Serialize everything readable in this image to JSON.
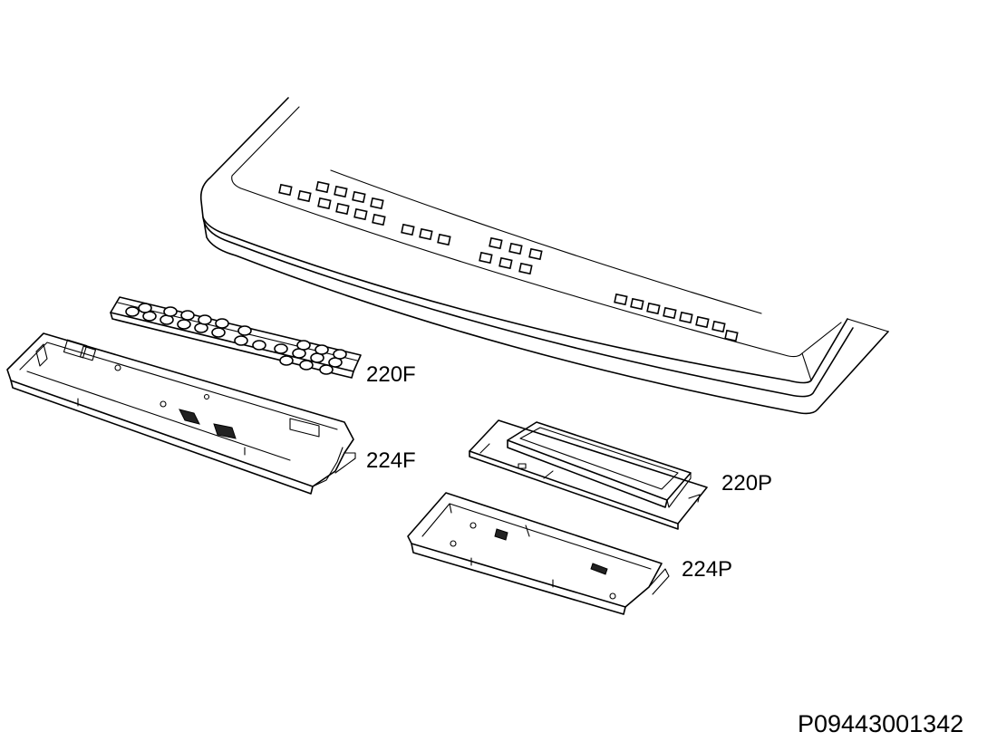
{
  "labels": {
    "keyboard_membrane": "220F",
    "keyboard_housing": "224F",
    "display_board": "220P",
    "display_housing": "224P"
  },
  "reference_code": "P09443001342"
}
